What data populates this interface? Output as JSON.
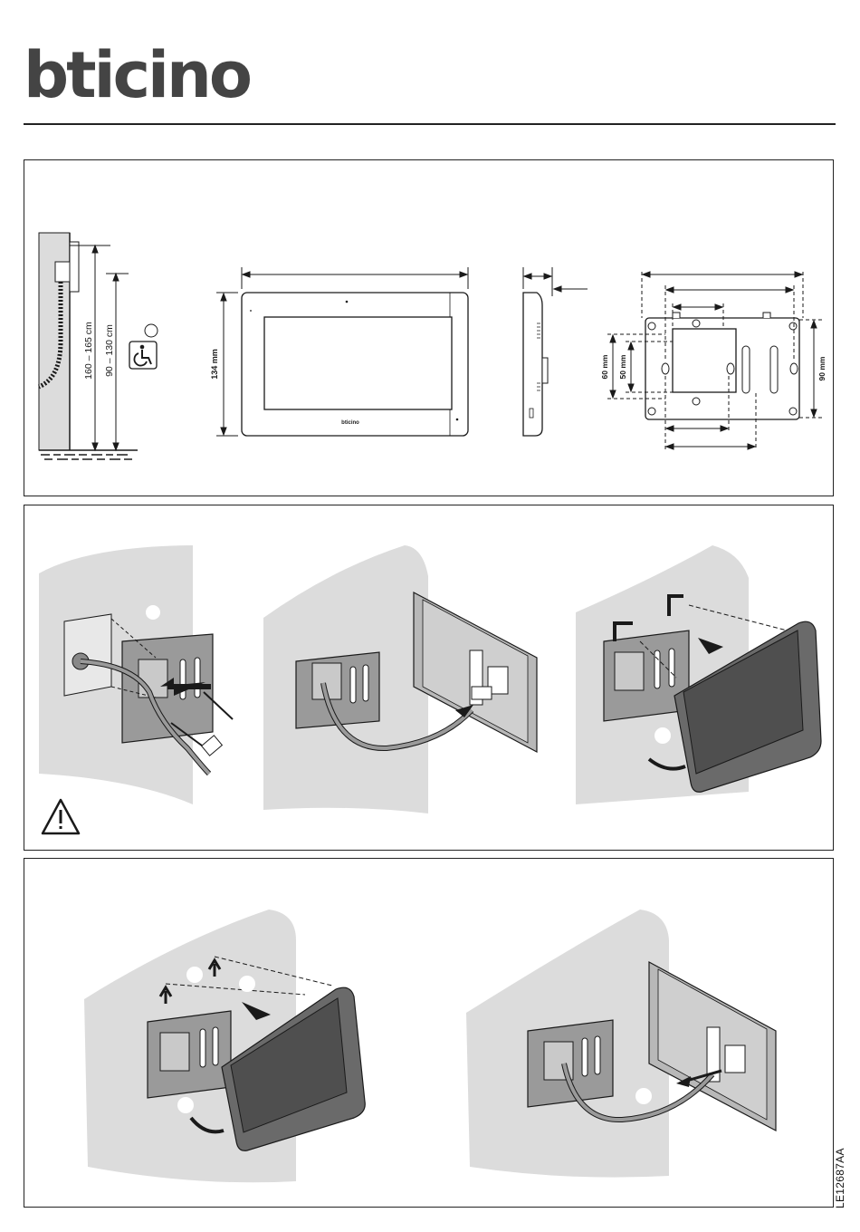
{
  "brand": {
    "logo_text": "bticino"
  },
  "dimensions": {
    "height_standard": "160 – 165 cm",
    "height_accessible": "90 – 130 cm",
    "device_height": "134 mm",
    "bracket_60": "60 mm",
    "bracket_50": "50 mm",
    "bracket_90": "90 mm"
  },
  "device": {
    "front_brand": "bticino"
  },
  "icons": {
    "accessibility": "wheelchair-icon",
    "warning": "warning-triangle-icon"
  },
  "document": {
    "code": "LE12687AA"
  },
  "colors": {
    "wall": "#dcdcdc",
    "device_body": "#6a6a6a",
    "screen": "#4f4f4f",
    "line": "#1a1a1a"
  }
}
